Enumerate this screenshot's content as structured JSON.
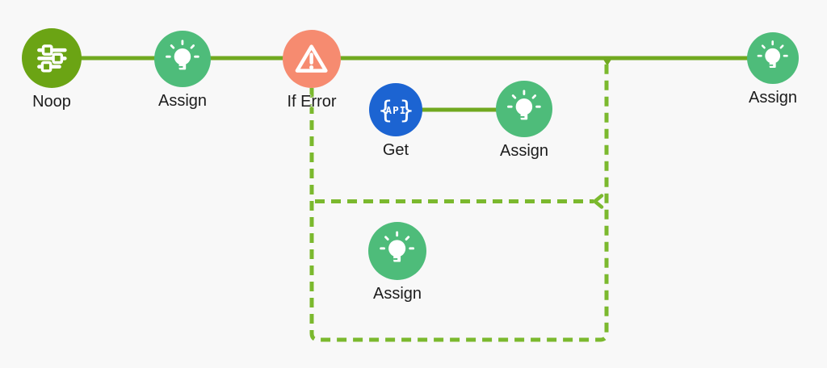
{
  "canvas": {
    "background": "#f8f8f8",
    "label_color": "#1c1c1c"
  },
  "colors": {
    "solid_line": "#71a920",
    "dashed_line": "#7bb92e"
  },
  "nodes": [
    {
      "id": "noop",
      "label": "Noop",
      "type": "noop",
      "icon": "sliders-icon",
      "color": "#6ba414"
    },
    {
      "id": "assign-1",
      "label": "Assign",
      "type": "assign",
      "icon": "lightbulb-icon",
      "color": "#4ebc7a"
    },
    {
      "id": "if-error",
      "label": "If Error",
      "type": "if-error",
      "icon": "warning-triangle-icon",
      "color": "#f68b70"
    },
    {
      "id": "get",
      "label": "Get",
      "type": "http-get",
      "icon": "api-icon",
      "color": "#1c64d2",
      "icon_text": {
        "open_brace": "{",
        "label": "API",
        "close_brace": "}"
      }
    },
    {
      "id": "assign-2",
      "label": "Assign",
      "type": "assign",
      "icon": "lightbulb-icon",
      "color": "#4ebc7a"
    },
    {
      "id": "assign-3",
      "label": "Assign",
      "type": "assign",
      "icon": "lightbulb-icon",
      "color": "#4ebc7a"
    },
    {
      "id": "assign-4",
      "label": "Assign",
      "type": "assign",
      "icon": "lightbulb-icon",
      "color": "#4ebc7a"
    }
  ],
  "edges": [
    {
      "from": "noop",
      "to": "assign-1",
      "style": "solid"
    },
    {
      "from": "assign-1",
      "to": "if-error",
      "style": "solid"
    },
    {
      "from": "if-error",
      "to": "assign-4",
      "style": "solid"
    },
    {
      "from": "get",
      "to": "assign-2",
      "style": "solid"
    },
    {
      "from": "if-error",
      "to": "error-branch-frame",
      "style": "dashed"
    }
  ]
}
